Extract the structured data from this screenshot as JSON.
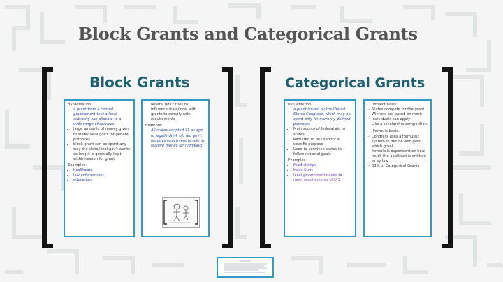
{
  "page": {
    "title": "Block Grants and Categorical Grants"
  },
  "block": {
    "heading": "Block Grants",
    "card1": {
      "label": "By Definition:",
      "definition": "a grant from a central government that a local authority can allocate to a wide range of services",
      "bullets": [
        "large amounts of money given to state/ local gov't for general purposes",
        "block grant can be spent any way the state/local gov't wants so long it is generally kept within reason for grant"
      ],
      "examples_label": "Examples:",
      "examples": [
        "healthcare",
        "law enforcement",
        "education"
      ]
    },
    "card2": {
      "bullet": "federal gov't tries to influence state/local with grants to comply with requirements",
      "example_label": "Example:",
      "example": "All states adopted 21 as age to legally drink b/c fed gov't requires enactment of rule to recieve money for highways"
    }
  },
  "categorical": {
    "heading": "Categorical Grants",
    "card1": {
      "label": "By Definition:",
      "definition": "a grant issued by the United States Congress, which may be spent only for narrowly defined purposes",
      "bullets": [
        "Main source of federal aid to states",
        "Required to be used for a specific purpose",
        "Used to convince states to follow national goals"
      ],
      "examples_label": "Examples:",
      "examples": [
        "Food stamps",
        "Head Start",
        "local government needs to meet requirements of U.S."
      ]
    },
    "card2": {
      "project_basis": "Project Basis:",
      "project_items": [
        "States compete for the grant",
        "Winners are based on merit",
        "Individuals can apply",
        "Like a scholarship competition"
      ],
      "formula_basis": "Formula basis:",
      "formula_items": [
        "Congress uses a formulaic system to decide who gets which grant",
        "formula is dependent on how much the applicant is entitled to by law",
        "33% of Categorical Grants"
      ]
    }
  },
  "colors": {
    "card_border": "#2f9cc7",
    "heading": "#1f6070",
    "definition_text": "#2747a0",
    "example_purple": "#6d3fc0",
    "bracket": "#141414",
    "background": "#f4f5f4"
  }
}
